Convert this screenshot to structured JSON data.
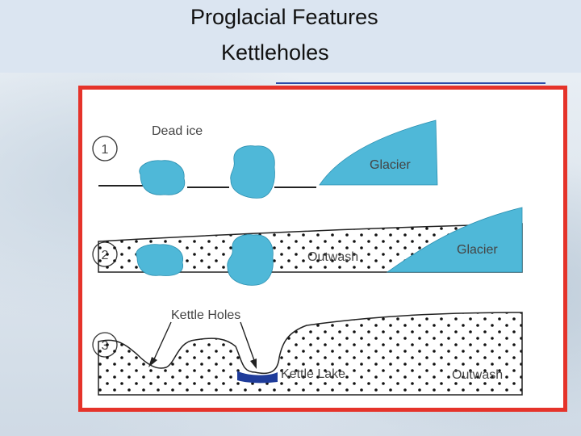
{
  "title": {
    "line1": "Proglacial Features",
    "line2": "Kettleholes"
  },
  "diagram": {
    "steps": [
      {
        "number": "1",
        "labels": {
          "dead_ice": "Dead ice",
          "glacier": "Glacier"
        }
      },
      {
        "number": "2",
        "labels": {
          "outwash": "Outwash",
          "glacier": "Glacier"
        }
      },
      {
        "number": "3",
        "labels": {
          "kettle_holes": "Kettle Holes",
          "kettle_lake": "Kettle Lake",
          "outwash": "Outwash"
        }
      }
    ]
  },
  "colors": {
    "ice": "#4fb8d8",
    "lake": "#1f3c9a",
    "frame": "#e5332a",
    "title_bar": "#dbe5f1"
  }
}
